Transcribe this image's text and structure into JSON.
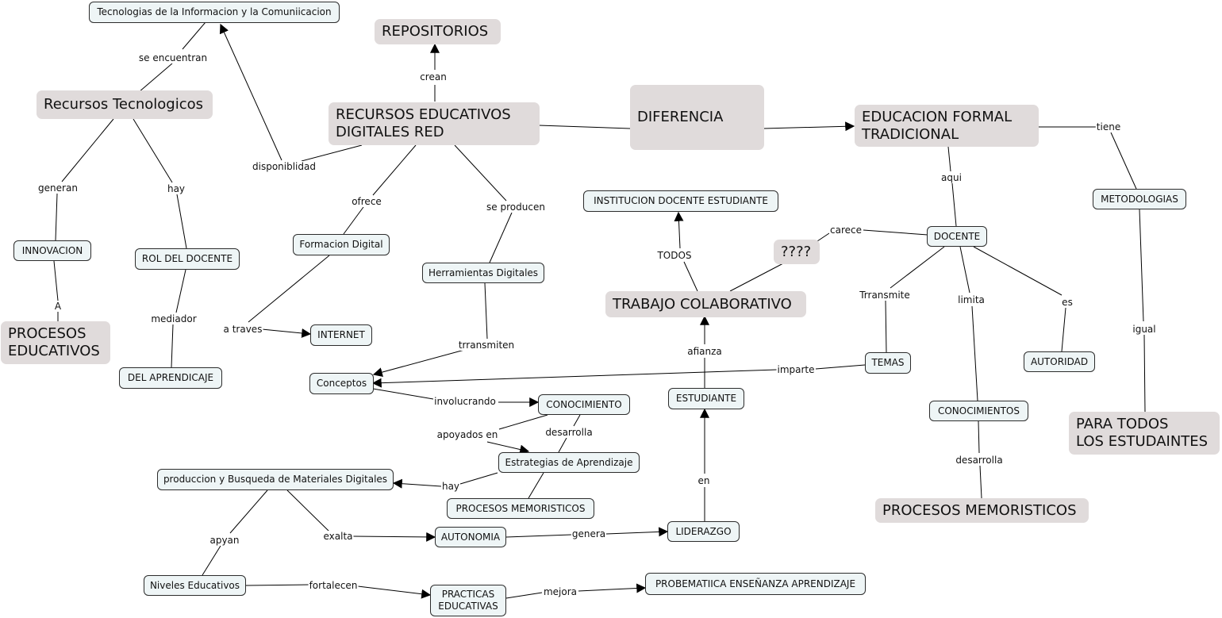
{
  "nodes": {
    "tic": "Tecnologias de la Informacion y la Comuniicacion",
    "repositorios": "REPOSITORIOS",
    "recursos_tecnologicos": "Recursos Tecnologicos",
    "red": "RECURSOS EDUCATIVOS\nDIGITALES RED",
    "diferencia": "DIFERENCIA",
    "educacion_formal": "EDUCACION FORMAL\nTRADICIONAL",
    "innovacion": "INNOVACION",
    "rol_docente": "ROL DEL DOCENTE",
    "formacion_digital": "Formacion Digital",
    "herramientas": "Herramientas Digitales",
    "institucion": "INSTITUCION DOCENTE ESTUDIANTE",
    "interrogantes": "????",
    "docente": "DOCENTE",
    "metodologias": "METODOLOGIAS",
    "procesos_educativos": "PROCESOS\nEDUCATIVOS",
    "trabajo_colaborativo": "TRABAJO COLABORATIVO",
    "internet": "INTERNET",
    "del_aprendizaje": "DEL APRENDICAJE",
    "conceptos": "Conceptos",
    "temas": "TEMAS",
    "autoridad": "AUTORIDAD",
    "conocimiento": "CONOCIMIENTO",
    "estudiante": "ESTUDIANTE",
    "conocimientos": "CONOCIMIENTOS",
    "para_todos": "PARA TODOS\nLOS ESTUDAINTES",
    "estrategias": "Estrategias de Aprendizaje",
    "produccion": "produccion y Busqueda de Materiales Digitales",
    "procesos_memoristicos_small": "PROCESOS MEMORISTICOS",
    "procesos_memoristicos_big": "PROCESOS MEMORISTICOS",
    "autonomia": "AUTONOMIA",
    "liderazgo": "LIDERAZGO",
    "niveles": "Niveles Educativos",
    "practicas": "PRACTICAS\nEDUCATIVAS",
    "probematica": "PROBEMATIICA ENSEÑANZA APRENDIZAJE"
  },
  "links": {
    "se_encuentran": "se encuentran",
    "disponiblidad": "disponiblidad",
    "crean": "crean",
    "generan": "generan",
    "hay_rol": "hay",
    "a": "A",
    "mediador": "mediador",
    "ofrece": "ofrece",
    "se_producen": "se producen",
    "a_traves": "a traves",
    "trransmiten": "trransmiten",
    "involucrando": "involucrando",
    "apoyados_en": "apoyados en",
    "desarrolla_est": "desarrolla",
    "hay_prod": "hay",
    "apyan": "apyan",
    "exalta": "exalta",
    "genera": "genera",
    "fortalecen": "fortalecen",
    "mejora": "mejora",
    "todos": "TODOS",
    "carece": "carece",
    "afianza": "afianza",
    "en": "en",
    "aqui": "aqui",
    "tiene": "tiene",
    "trransmite": "Trransmite",
    "limita": "limita",
    "es": "es",
    "imparte": "imparte",
    "igual": "igual",
    "desarrolla_conoc": "desarrolla"
  }
}
